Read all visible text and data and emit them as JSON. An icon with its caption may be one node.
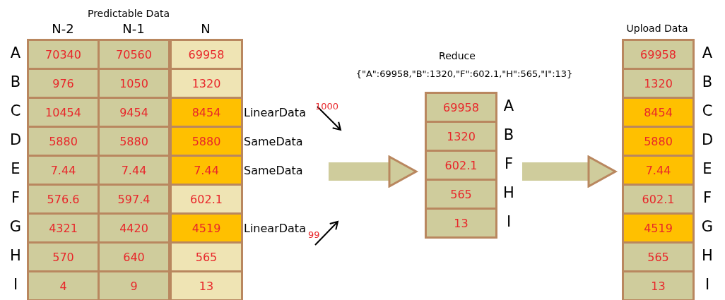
{
  "diagram": {
    "nodes": [
      {
        "text": [
          "Predictable Data"
        ]
      },
      {
        "text": [
          "Reduce"
        ]
      },
      {
        "text": [
          "Upload Data"
        ]
      }
    ],
    "edges": [
      {
        "from": null,
        "to": 1,
        "arrow": "to"
      },
      {
        "from": 1,
        "to": 2,
        "arrow": "to"
      }
    ],
    "labels": [
      "N-2",
      "N-1",
      "N",
      "A",
      "70340",
      "70560",
      "69958",
      "B",
      "976",
      "1050",
      "1320",
      "C",
      "10454",
      "9454",
      "8454",
      "LinearData",
      "1000",
      "D",
      "5880",
      "5880",
      "5880",
      "SameData",
      "E",
      "7.44",
      "7.44",
      "7.44",
      "SameData",
      "F",
      "576.6",
      "597.4",
      "602.1",
      "G",
      "4321",
      "4420",
      "4519",
      "LinearData",
      "99",
      "H",
      "570",
      "640",
      "565",
      "I",
      "4",
      "9",
      "13",
      "{\"A\":69958,\"B\":1320,\"F\":602.1,\"H\":565,\"I\":13}",
      "69958",
      "A",
      "1320",
      "B",
      "602.1",
      "F",
      "565",
      "H",
      "13",
      "I",
      "69958",
      "A",
      "1320",
      "B",
      "8454",
      "C",
      "5880",
      "D",
      "7.44",
      "E",
      "602.1",
      "F",
      "4519",
      "G",
      "565",
      "H",
      "13",
      "I"
    ]
  }
}
